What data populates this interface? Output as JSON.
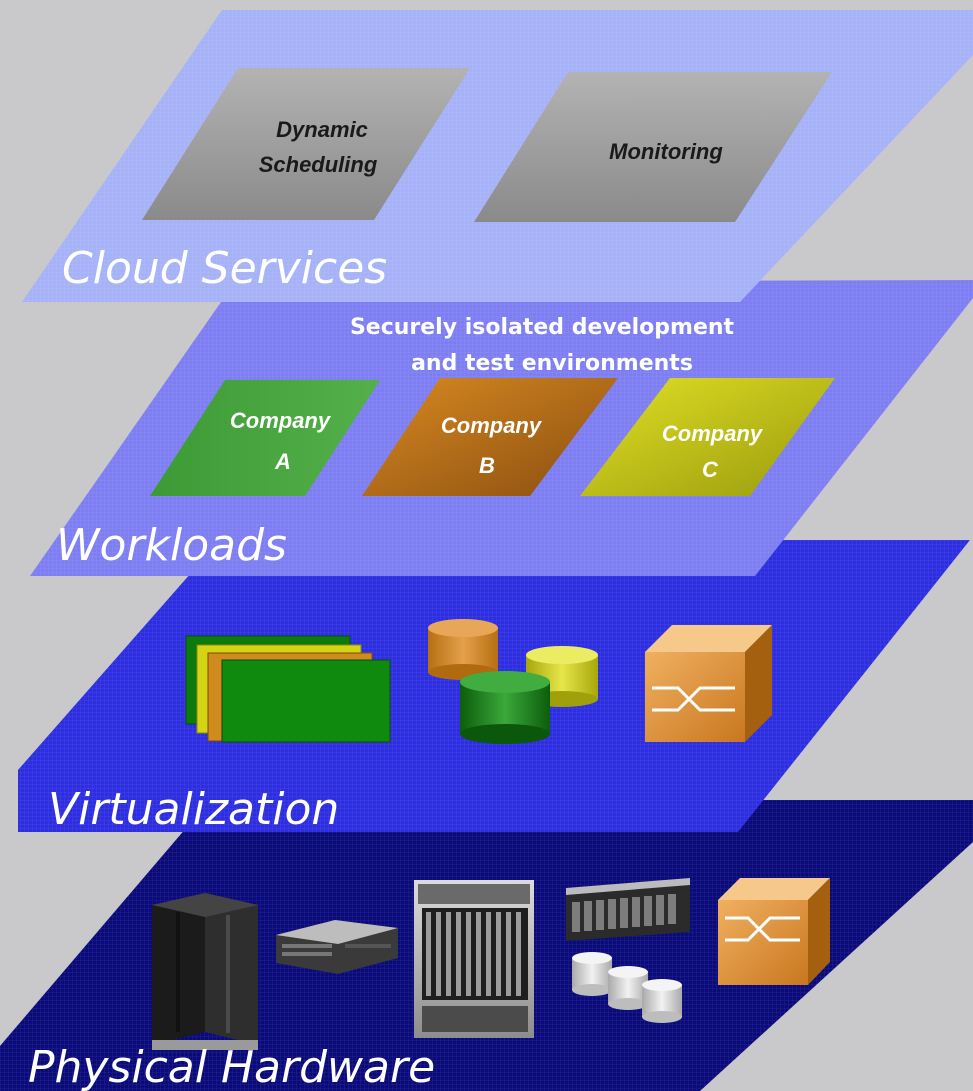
{
  "layers": {
    "cloud_services": {
      "label": "Cloud Services",
      "color": "#a6b2f7",
      "services": [
        {
          "line1": "Dynamic",
          "line2": "Scheduling"
        },
        {
          "line1": "Monitoring",
          "line2": ""
        }
      ]
    },
    "workloads": {
      "label": "Workloads",
      "color": "#7d7ef2",
      "headline": {
        "line1": "Securely isolated development",
        "line2": "and test environments"
      },
      "companies": [
        {
          "line1": "Company",
          "line2": "A",
          "color": "#3f9a3a"
        },
        {
          "line1": "Company",
          "line2": "B",
          "color": "#c97a1c"
        },
        {
          "line1": "Company",
          "line2": "C",
          "color": "#c8c815"
        }
      ]
    },
    "virtualization": {
      "label": "Virtualization",
      "color": "#2c2ee0",
      "icons": [
        "virtual-servers-icon",
        "virtual-storage-icon",
        "virtual-network-switch-icon"
      ]
    },
    "physical_hardware": {
      "label": "Physical Hardware",
      "color": "#0a0a7a",
      "icons": [
        "mainframe-icon",
        "rack-server-icon",
        "blade-chassis-icon",
        "storage-array-icon",
        "disk-icon",
        "network-switch-icon"
      ]
    }
  }
}
